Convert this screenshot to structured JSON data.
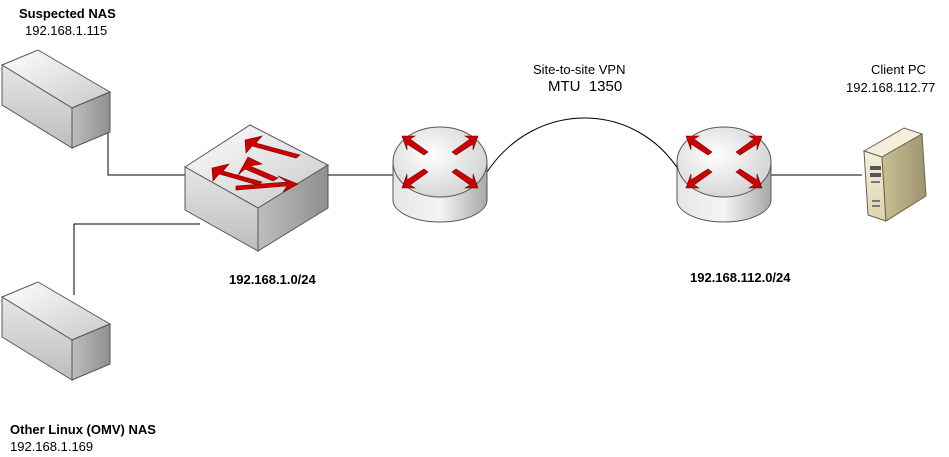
{
  "nodes": {
    "suspected_nas": {
      "name": "Suspected NAS",
      "ip": "192.168.1.115"
    },
    "other_nas": {
      "name": "Other Linux (OMV) NAS",
      "ip": "192.168.1.169"
    },
    "client_pc": {
      "name": "Client PC",
      "ip": "192.168.112.77"
    }
  },
  "networks": {
    "lan_a": "192.168.1.0/24",
    "lan_b": "192.168.112.0/24"
  },
  "vpn": {
    "title": "Site-to-site VPN",
    "mtu_label": "MTU",
    "mtu_value": "1350"
  },
  "colors": {
    "arrow_red": "#cc0000",
    "device_gray": "#d9d9d9",
    "line": "#000000",
    "pc_beige": "#e9e2c4"
  }
}
